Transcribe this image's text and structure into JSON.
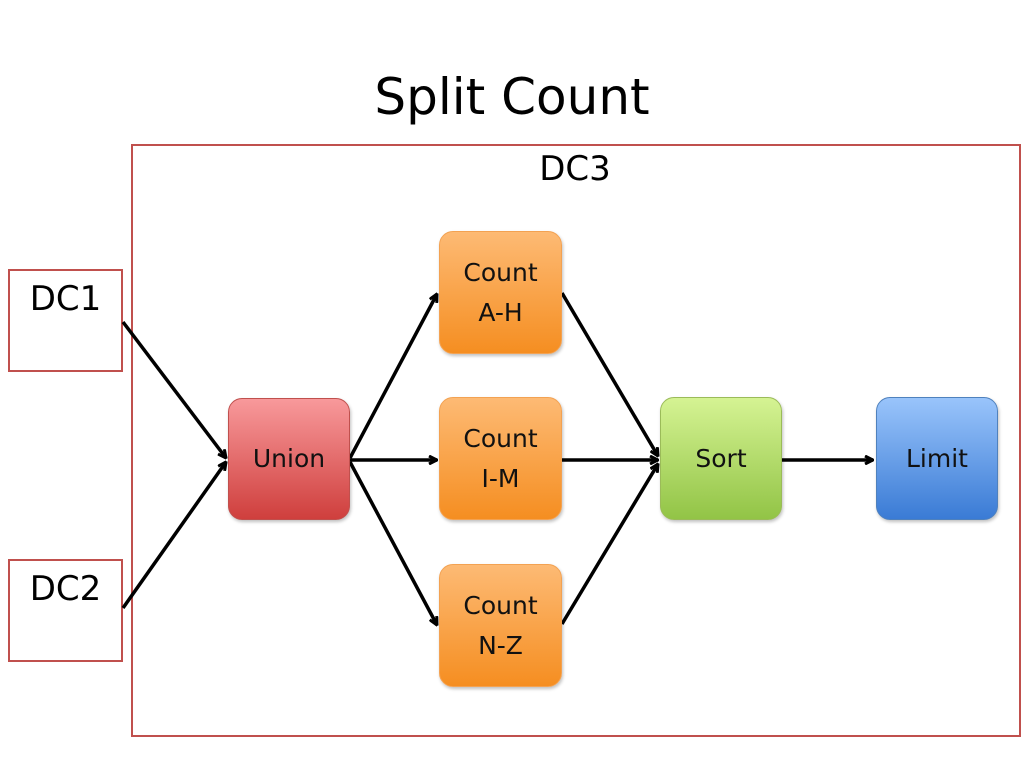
{
  "title": "Split Count",
  "containers": {
    "dc3": "DC3",
    "dc1": "DC1",
    "dc2": "DC2"
  },
  "nodes": {
    "union": "Union",
    "count_ah": {
      "line1": "Count",
      "line2": "A-H"
    },
    "count_im": {
      "line1": "Count",
      "line2": "I-M"
    },
    "count_nz": {
      "line1": "Count",
      "line2": "N-Z"
    },
    "sort": "Sort",
    "limit": "Limit"
  },
  "colors": {
    "frame_border": "#c0504d",
    "union": "#e0565b",
    "count": "#f79646",
    "sort": "#a9d35a",
    "limit": "#4f81bd",
    "arrow": "#000000"
  }
}
